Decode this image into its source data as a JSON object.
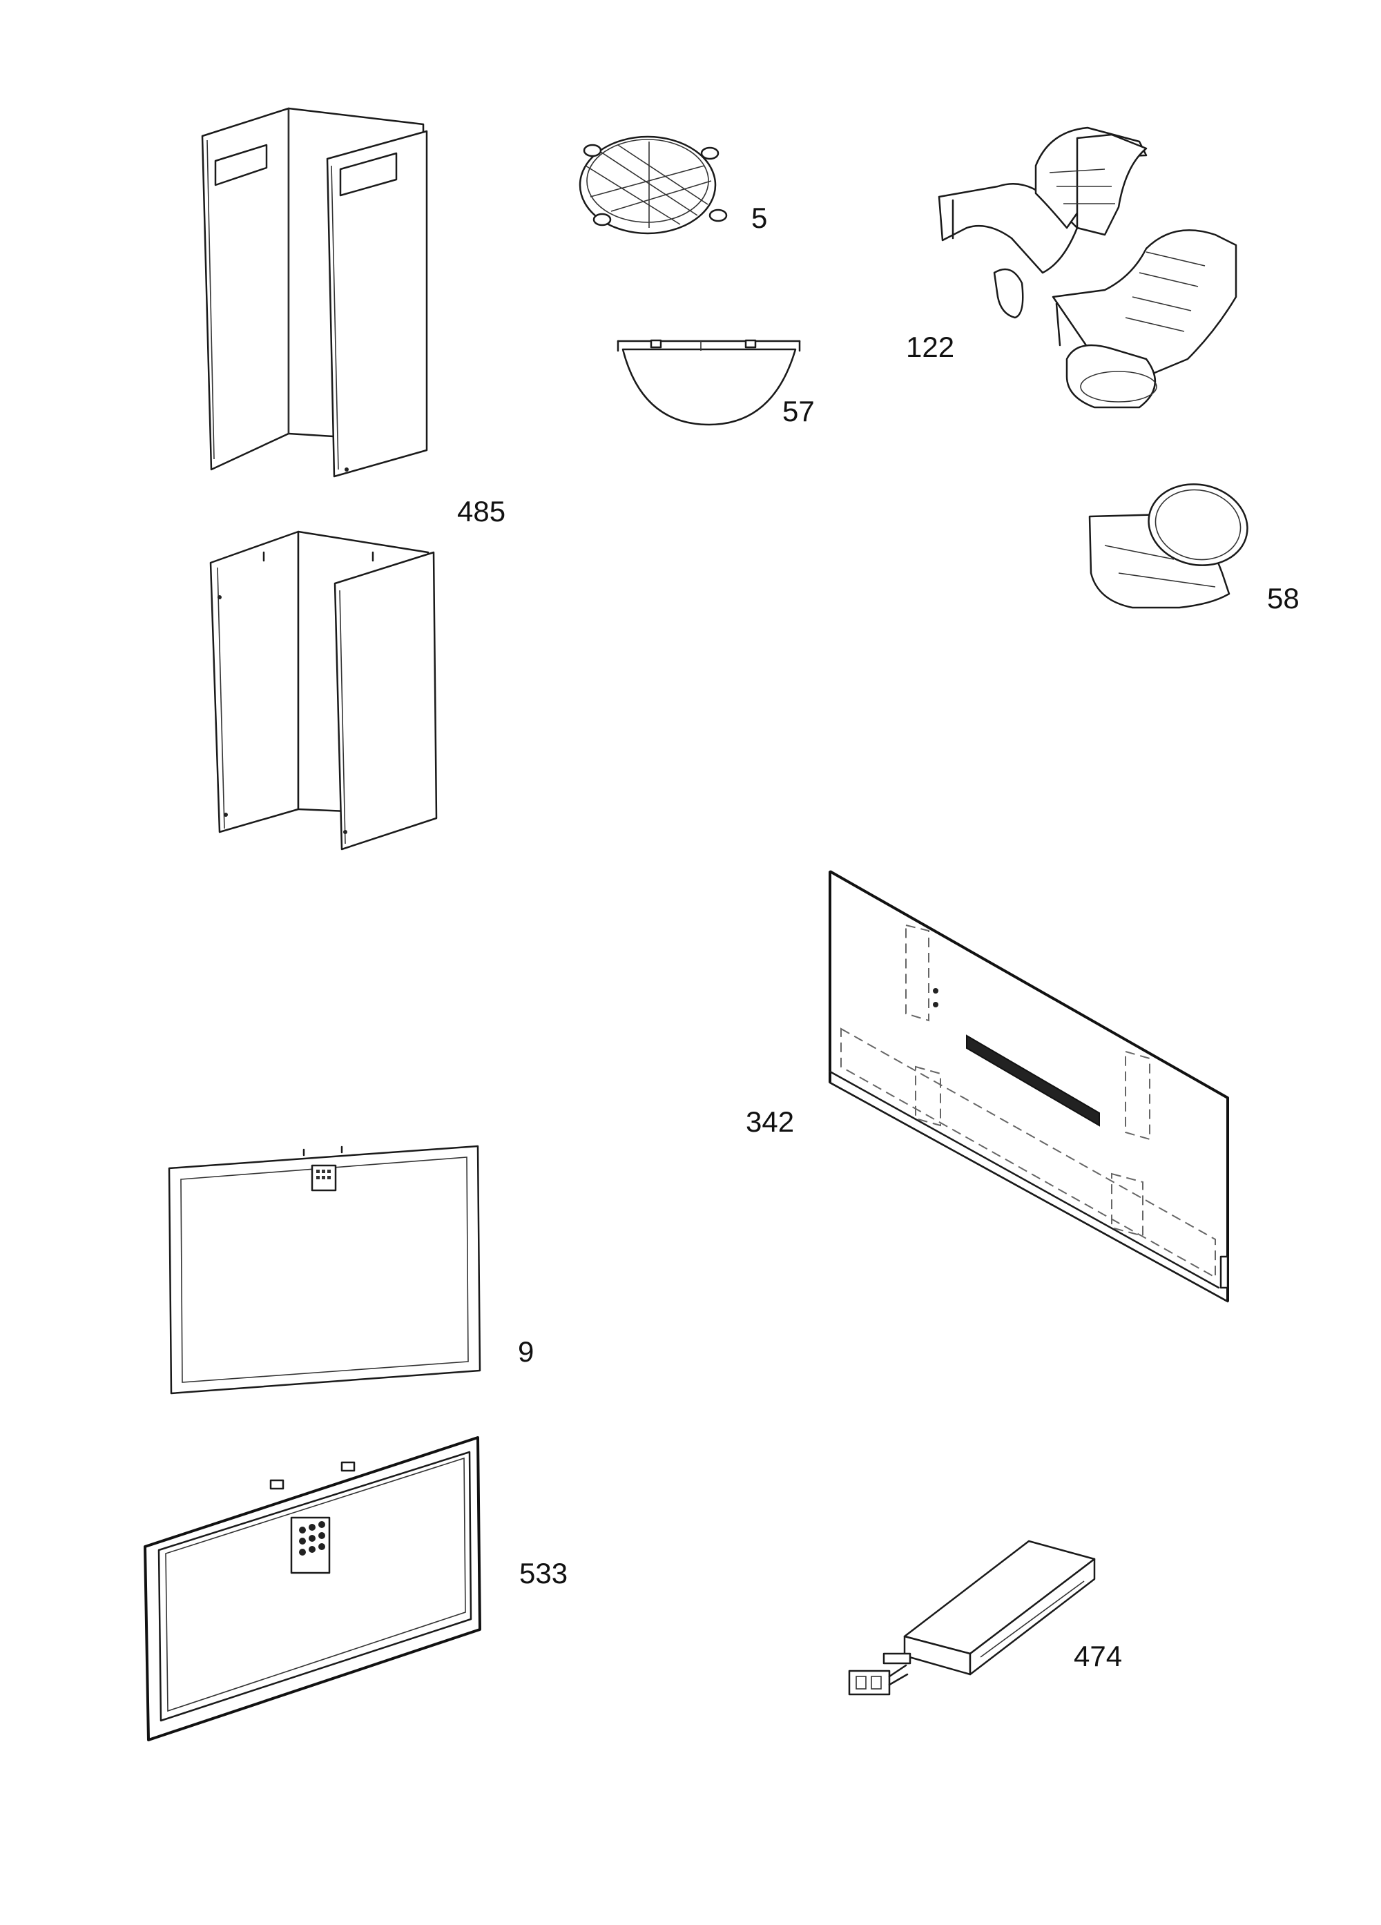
{
  "parts": [
    {
      "ref": "485",
      "icon": "chimney-cover-icon"
    },
    {
      "ref": "5",
      "icon": "round-grille-icon"
    },
    {
      "ref": "57",
      "icon": "half-round-cover-icon"
    },
    {
      "ref": "122",
      "icon": "air-duct-icon"
    },
    {
      "ref": "58",
      "icon": "duct-collar-icon"
    },
    {
      "ref": "342",
      "icon": "control-panel-icon"
    },
    {
      "ref": "9",
      "icon": "grease-filter-icon"
    },
    {
      "ref": "533",
      "icon": "filter-frame-icon"
    },
    {
      "ref": "474",
      "icon": "led-module-icon"
    }
  ],
  "colors": {
    "line": "#1a1a1a",
    "background": "#ffffff"
  }
}
